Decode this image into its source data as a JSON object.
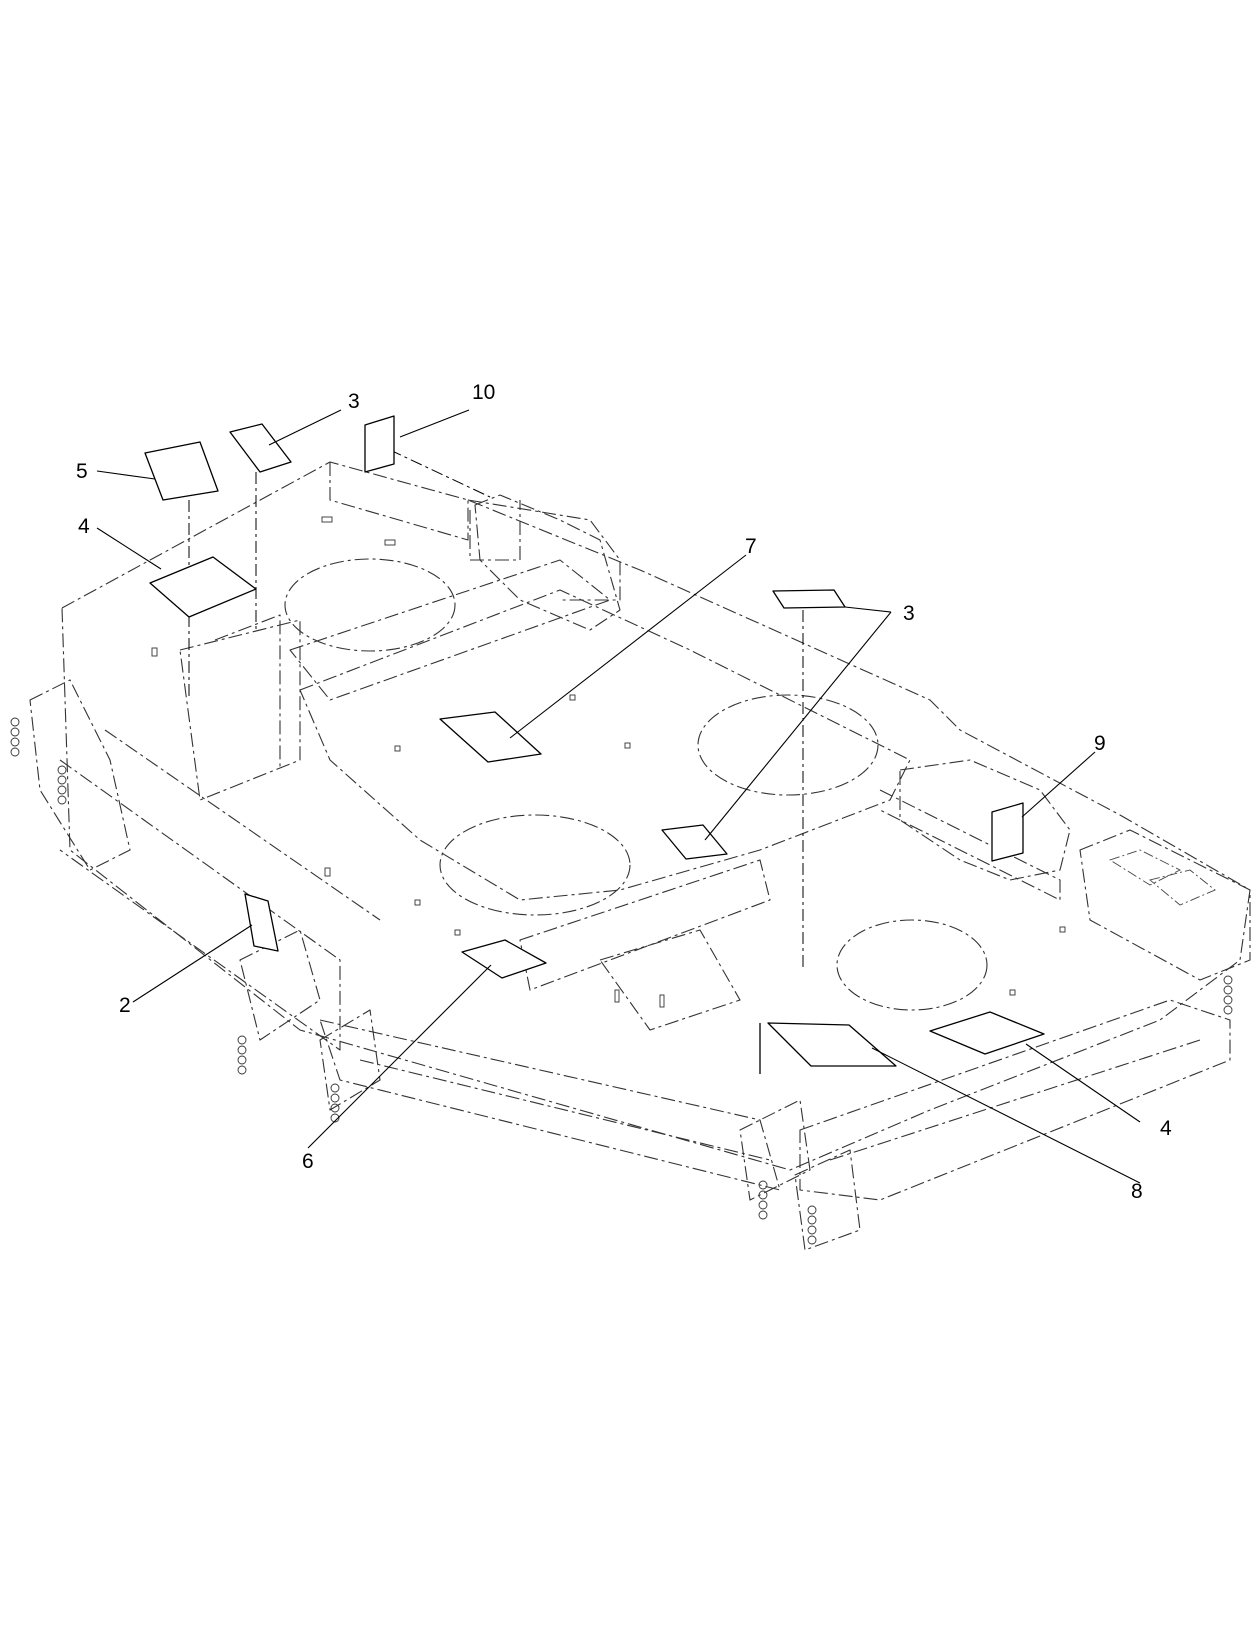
{
  "callouts": {
    "c2": "2",
    "c3_top": "3",
    "c3_right": "3",
    "c4_left": "4",
    "c4_right": "4",
    "c5": "5",
    "c6": "6",
    "c7": "7",
    "c8": "8",
    "c9": "9",
    "c10": "10"
  }
}
